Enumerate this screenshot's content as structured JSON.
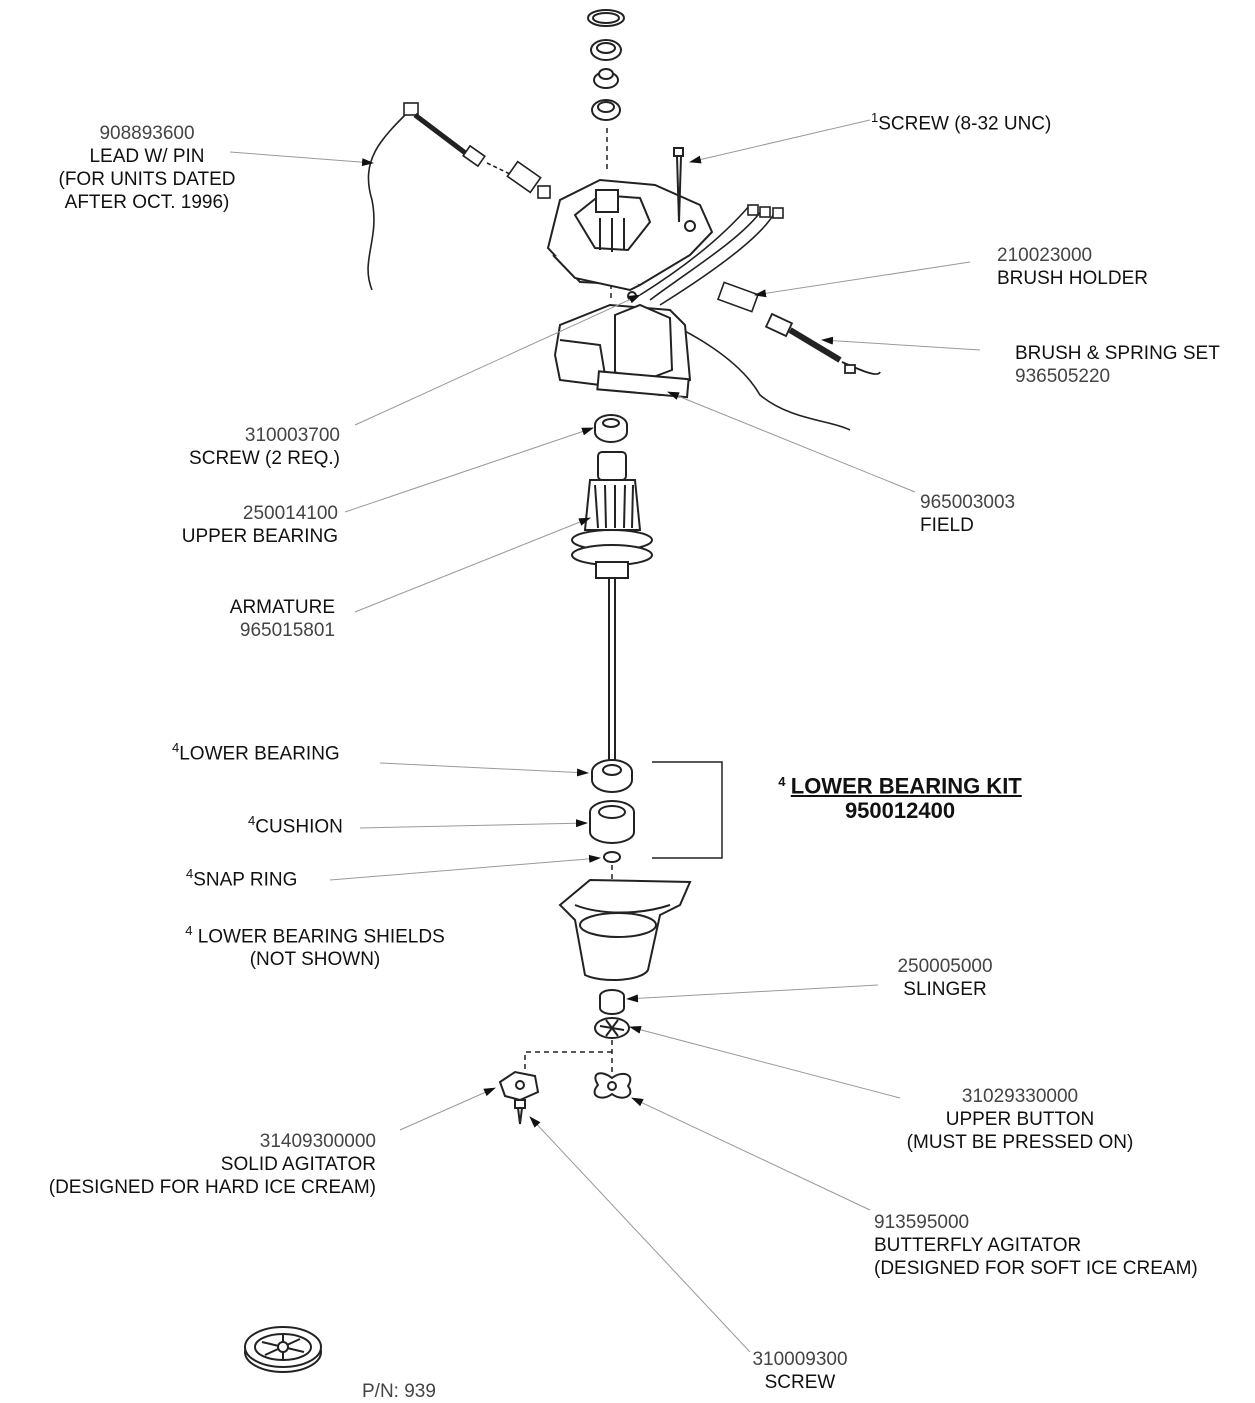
{
  "labels": {
    "lead": {
      "number": "908893600",
      "name": "LEAD W/ PIN",
      "note1": "(FOR UNITS DATED",
      "note2": "AFTER OCT. 1996)"
    },
    "screw_top": {
      "sup": "1",
      "name": "SCREW (8-32 UNC)"
    },
    "brush_holder": {
      "number": "210023000",
      "name": "BRUSH HOLDER"
    },
    "brush_spring": {
      "name": "BRUSH & SPRING SET",
      "number": "936505220"
    },
    "screw_2req": {
      "number": "310003700",
      "name": "SCREW (2 REQ.)"
    },
    "upper_bearing": {
      "number": "250014100",
      "name": "UPPER BEARING"
    },
    "field": {
      "number": "965003003",
      "name": "FIELD"
    },
    "armature": {
      "name": "ARMATURE",
      "number": "965015801"
    },
    "lower_bearing": {
      "sup": "4",
      "name": "LOWER BEARING"
    },
    "cushion": {
      "sup": "4",
      "name": "CUSHION"
    },
    "snap_ring": {
      "sup": "4",
      "name": "SNAP RING"
    },
    "shields": {
      "sup": "4",
      "name": " LOWER BEARING SHIELDS",
      "note": "(NOT SHOWN)"
    },
    "kit": {
      "sup": "4",
      "name": "LOWER BEARING KIT",
      "number": "950012400"
    },
    "slinger": {
      "number": "250005000",
      "name": "SLINGER"
    },
    "upper_button": {
      "number": "31029330000",
      "name": "UPPER BUTTON",
      "note": "(MUST BE PRESSED ON)"
    },
    "solid_agitator": {
      "number": "31409300000",
      "name": "SOLID AGITATOR",
      "note": "(DESIGNED FOR HARD ICE CREAM)"
    },
    "butterfly": {
      "number": "913595000",
      "name": "BUTTERFLY AGITATOR",
      "note": "(DESIGNED FOR SOFT ICE CREAM)"
    },
    "screw_bottom": {
      "number": "310009300",
      "name": "SCREW"
    },
    "pn": {
      "text": "P/N: 939"
    }
  }
}
